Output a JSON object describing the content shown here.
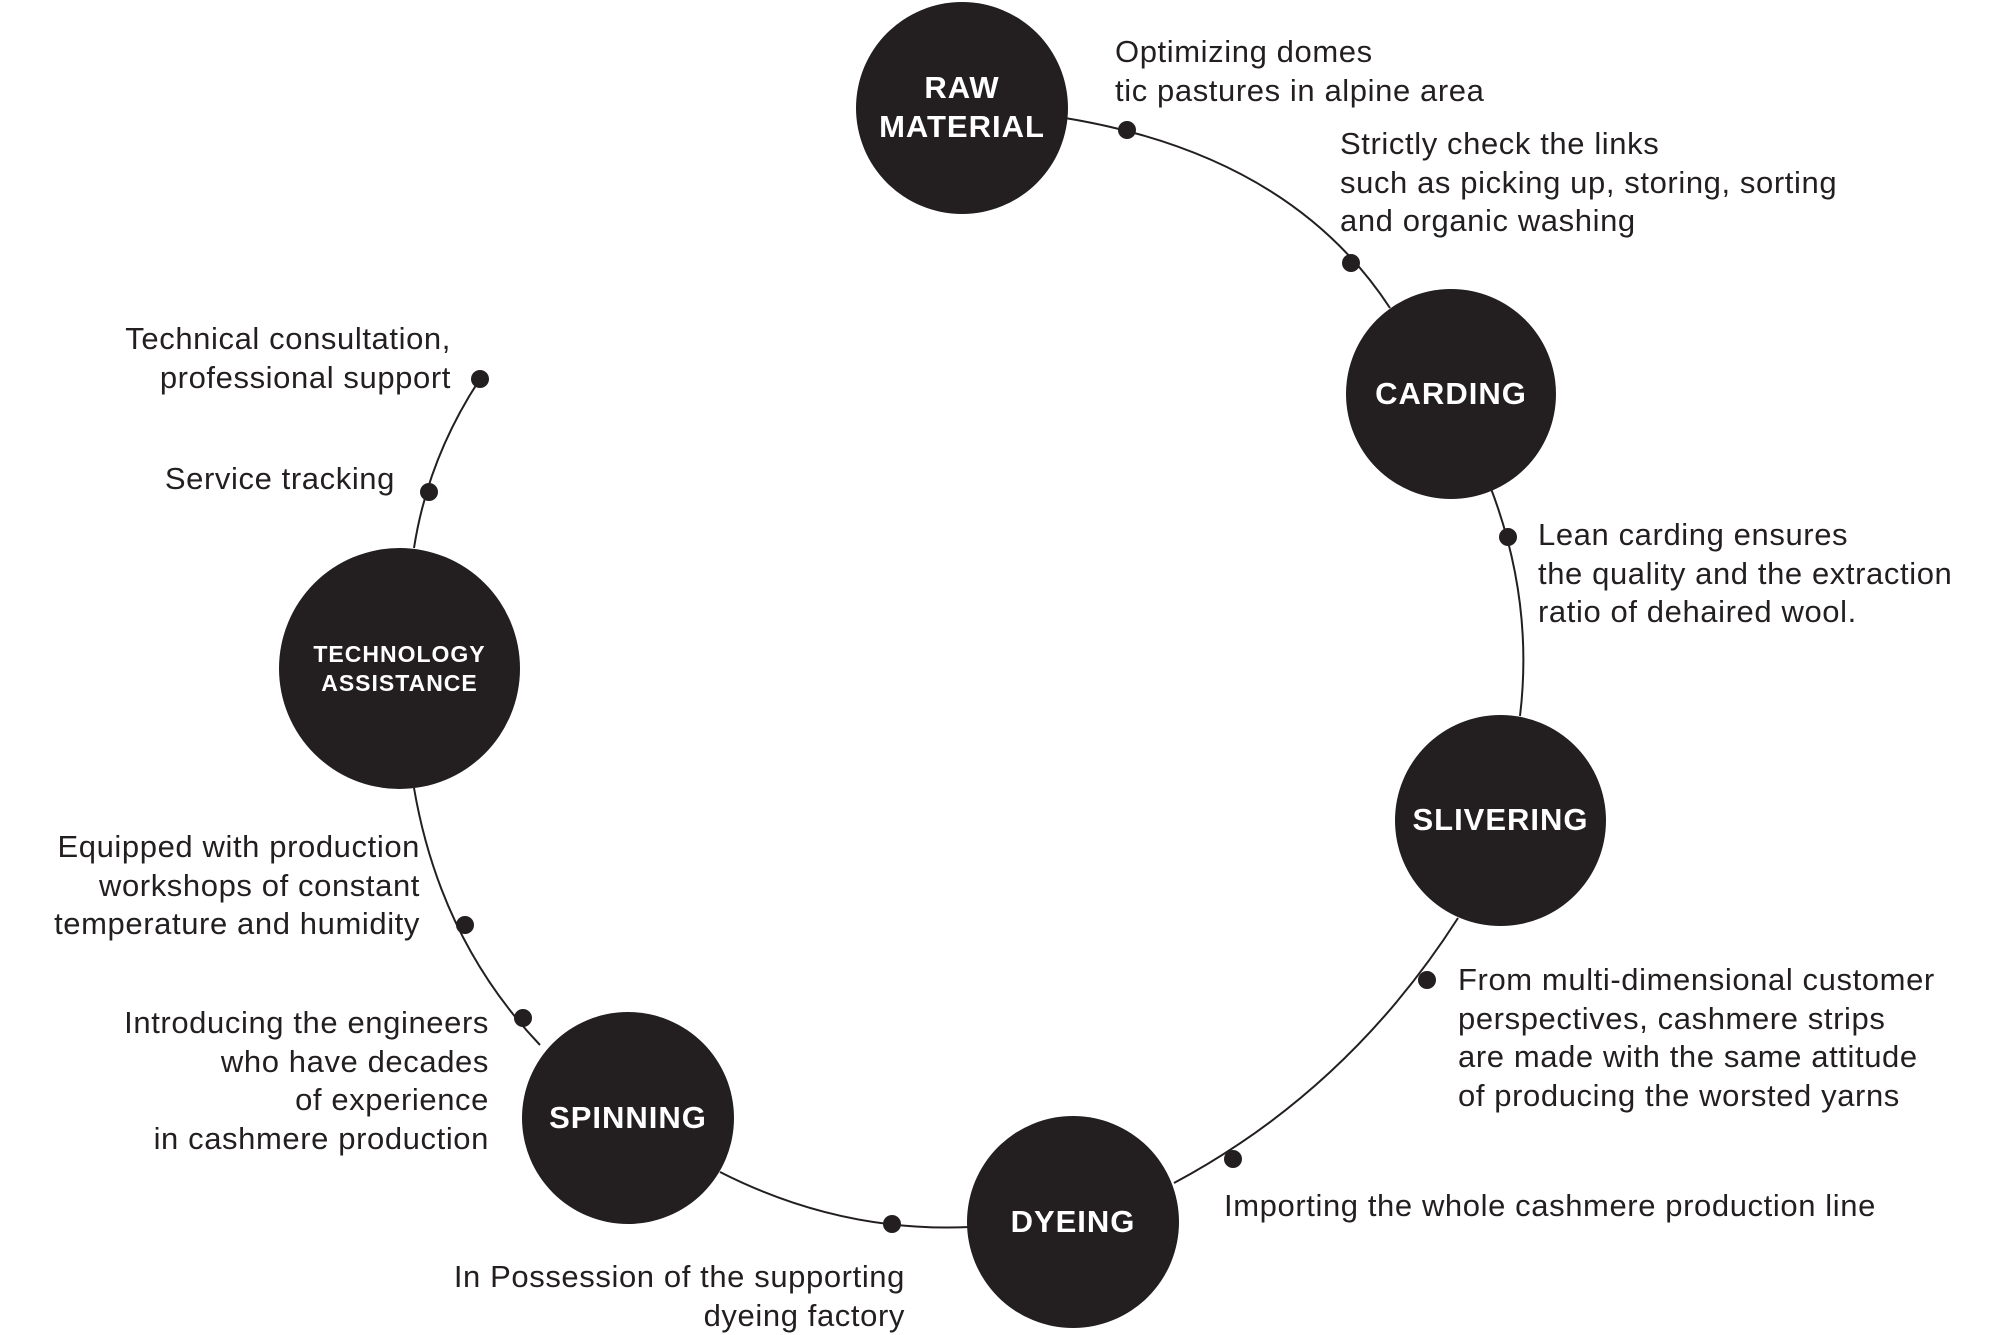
{
  "stages": [
    {
      "id": "raw-material",
      "label": "RAW\nMATERIAL"
    },
    {
      "id": "carding",
      "label": "CARDING"
    },
    {
      "id": "slivering",
      "label": "SLIVERING"
    },
    {
      "id": "dyeing",
      "label": "DYEING"
    },
    {
      "id": "spinning",
      "label": "SPINNING"
    },
    {
      "id": "technology-assistance",
      "label": "TECHNOLOGY\nASSISTANCE"
    }
  ],
  "annotations": [
    {
      "id": "pastures",
      "text": "Optimizing domes\ntic pastures in alpine area"
    },
    {
      "id": "check-links",
      "text": "Strictly check the links\nsuch as picking up, storing, sorting\nand organic washing"
    },
    {
      "id": "lean-carding",
      "text": "Lean carding ensures\nthe quality and the extraction\nratio of dehaired wool."
    },
    {
      "id": "customer-perspectives",
      "text": "From multi-dimensional customer\nperspectives, cashmere strips\nare made with the same attitude\nof producing the worsted yarns"
    },
    {
      "id": "production-line",
      "text": "Importing the whole cashmere production line"
    },
    {
      "id": "dyeing-factory",
      "text": "In Possession of the supporting\ndyeing factory"
    },
    {
      "id": "engineers",
      "text": "Introducing the engineers\nwho have decades\nof experience\nin cashmere production"
    },
    {
      "id": "workshops",
      "text": "Equipped with production\nworkshops of constant\ntemperature and humidity"
    },
    {
      "id": "service-tracking",
      "text": "Service tracking"
    },
    {
      "id": "technical-consultation",
      "text": "Technical consultation,\nprofessional support"
    }
  ],
  "colors": {
    "node_fill": "#231f20",
    "node_text": "#ffffff",
    "line": "#231f20",
    "text": "#231f20"
  }
}
